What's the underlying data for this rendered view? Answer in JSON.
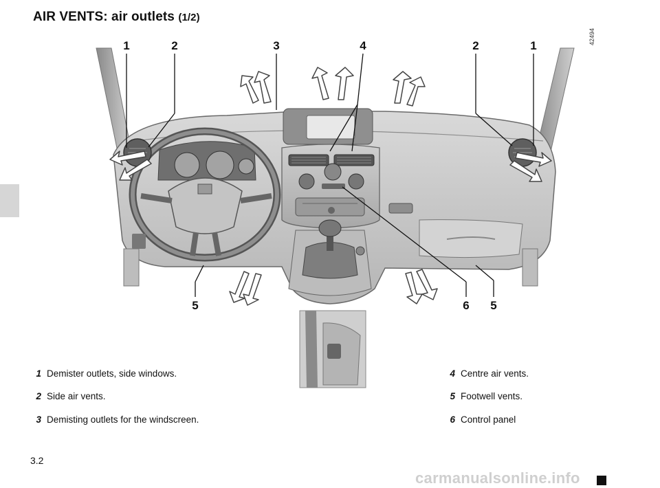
{
  "page": {
    "title": "AIR VENTS: air outlets",
    "title_suffix": "(1/2)",
    "page_number": "3.2",
    "reference_code": "42494",
    "watermark": "carmanualsonline.info"
  },
  "callouts": {
    "top": [
      "1",
      "2",
      "3",
      "4",
      "2",
      "1"
    ],
    "bottom": [
      "5",
      "6",
      "5"
    ]
  },
  "legend": {
    "left": [
      {
        "num": "1",
        "text": "Demister outlets, side windows."
      },
      {
        "num": "2",
        "text": "Side air vents."
      },
      {
        "num": "3",
        "text": "Demisting outlets for the windscreen."
      }
    ],
    "right": [
      {
        "num": "4",
        "text": "Centre air vents."
      },
      {
        "num": "5",
        "text": "Footwell vents."
      },
      {
        "num": "6",
        "text": "Control panel"
      }
    ]
  },
  "colors": {
    "dash_dark": "#9a9a9a",
    "dash_mid": "#c8c8c8",
    "dash_light": "#e2e2e2",
    "outline": "#555555",
    "arrow_fill": "#ffffff"
  }
}
